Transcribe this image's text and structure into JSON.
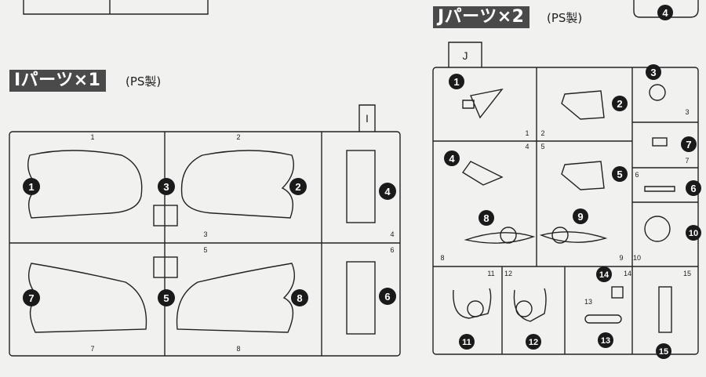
{
  "sections": {
    "i": {
      "title": "Iパーツ×1",
      "material": "(PS製)",
      "tab": "I",
      "gate_numbers": [
        "1",
        "2",
        "3",
        "4",
        "5",
        "6",
        "7",
        "8"
      ]
    },
    "j": {
      "title": "Jパーツ×2",
      "material": "(PS製)",
      "tab": "J",
      "gate_numbers": [
        "1",
        "2",
        "3",
        "4",
        "5",
        "6",
        "7",
        "8",
        "9",
        "10",
        "11",
        "12",
        "13",
        "14",
        "15"
      ]
    }
  },
  "i_callouts": [
    "1",
    "2",
    "3",
    "4",
    "5",
    "6",
    "7",
    "8"
  ],
  "j_callouts": [
    "1",
    "2",
    "3",
    "4",
    "5",
    "6",
    "7",
    "8",
    "9",
    "10",
    "11",
    "12",
    "13",
    "14",
    "15"
  ],
  "prev_callout": "4"
}
